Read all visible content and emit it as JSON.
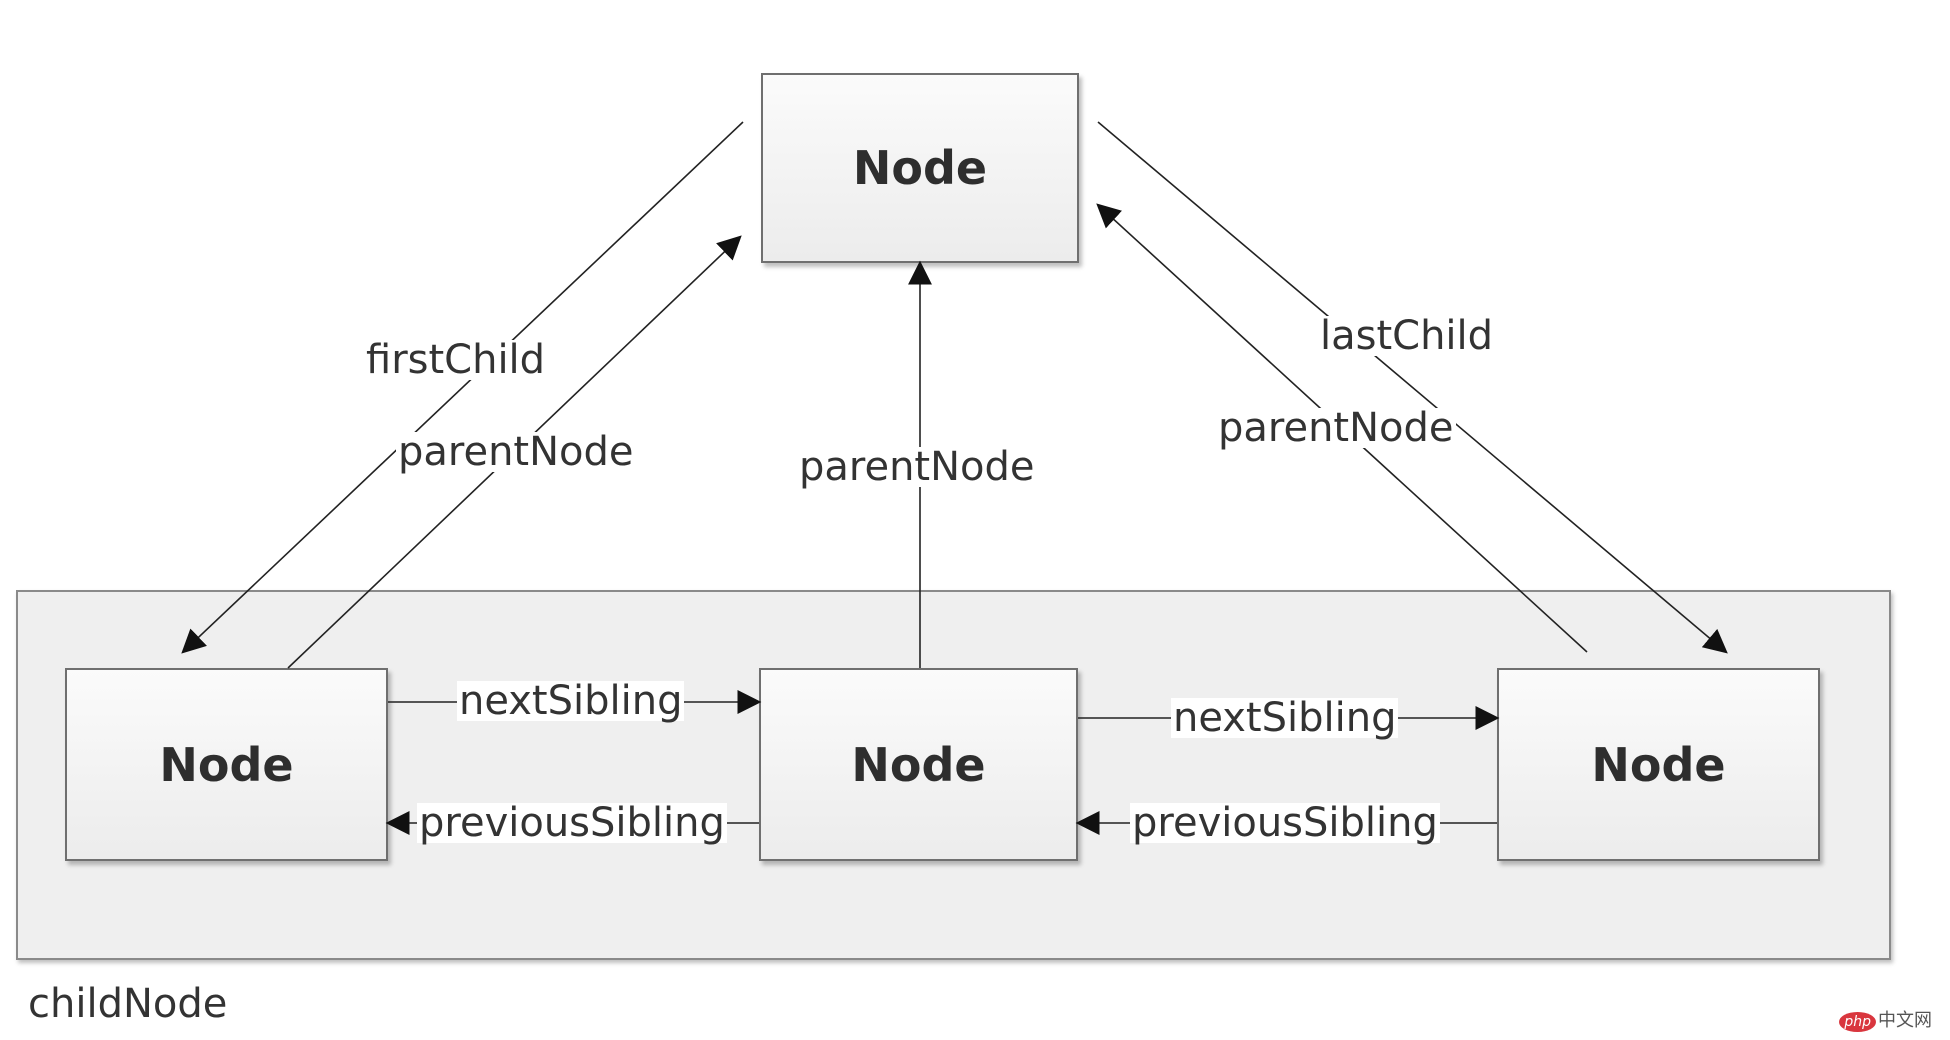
{
  "nodes": {
    "top": "Node",
    "left": "Node",
    "middle": "Node",
    "right": "Node"
  },
  "group_label": "childNode",
  "edges": {
    "first_child": "firstChild",
    "parent_node_left": "parentNode",
    "parent_node_middle": "parentNode",
    "last_child": "lastChild",
    "parent_node_right": "parentNode",
    "next_sibling_1": "nextSibling",
    "previous_sibling_1": "previousSibling",
    "next_sibling_2": "nextSibling",
    "previous_sibling_2": "previousSibling"
  },
  "watermark": {
    "logo": "php",
    "text": "中文网"
  },
  "colors": {
    "node_fill": "#f2f2f2",
    "group_fill": "#efefef",
    "border": "#6f6f6f",
    "text": "#2e2e2e"
  }
}
